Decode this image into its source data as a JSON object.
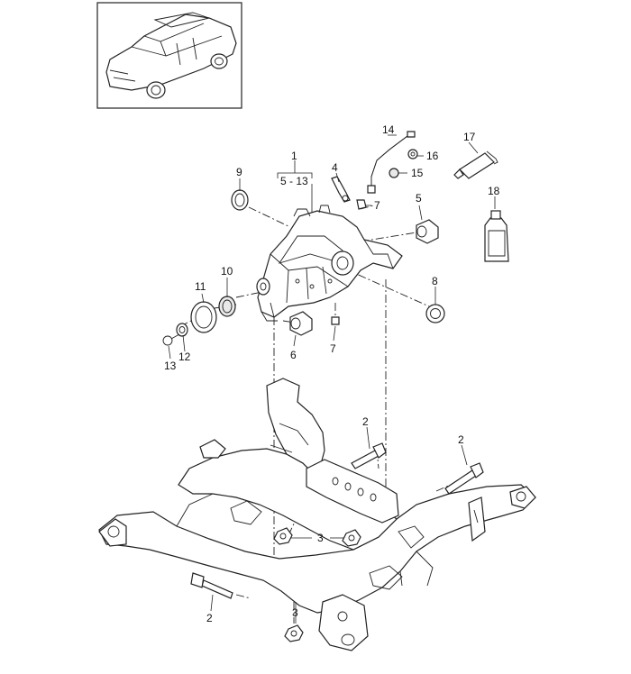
{
  "callouts": {
    "c1": "1",
    "c_range": "5 - 13",
    "c2a": "2",
    "c2b": "2",
    "c2c": "2",
    "c3a": "3",
    "c3b": "3",
    "c4": "4",
    "c5": "5",
    "c6": "6",
    "c7a": "7",
    "c7b": "7",
    "c8": "8",
    "c9": "9",
    "c10": "10",
    "c11": "11",
    "c12": "12",
    "c13": "13",
    "c14": "14",
    "c15": "15",
    "c16": "16",
    "c17": "17",
    "c18": "18"
  }
}
